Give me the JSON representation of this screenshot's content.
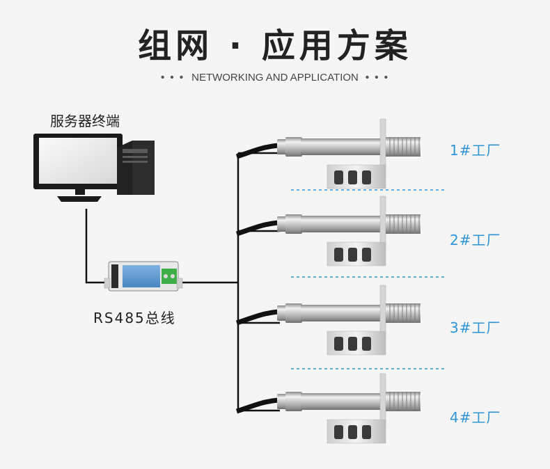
{
  "header": {
    "title": "组网 · 应用方案",
    "subtitle": "NETWORKING AND APPLICATION",
    "dots": "• • •"
  },
  "server_label": "服务器终端",
  "bus_label": "RS485总线",
  "factories": [
    {
      "label": "1#工厂"
    },
    {
      "label": "2#工厂"
    },
    {
      "label": "3#工厂"
    },
    {
      "label": "4#工厂"
    }
  ],
  "colors": {
    "accent": "#2f93d6",
    "line": "#111111",
    "separator": "#2f93d6",
    "background": "#f5f5f5"
  },
  "icons": [
    "computer-monitor-icon",
    "pc-tower-icon",
    "rs485-converter-icon",
    "temperature-sensor-icon"
  ]
}
